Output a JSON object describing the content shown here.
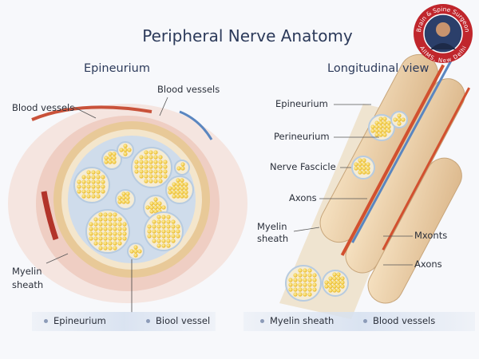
{
  "title": "Peripheral Nerve Anatomy",
  "left_panel": {
    "heading": "Epineurium",
    "labels": {
      "blood_vessels_top": "Blood vessels",
      "blood_vessels_left": "Blood vessels",
      "myelin_line1": "Myelin",
      "myelin_line2": "sheath"
    }
  },
  "right_panel": {
    "heading": "Longitudinal view",
    "labels": {
      "epineurium": "Epineurium",
      "perineurium": "Perineurium",
      "nerve_fascicle": "Nerve Fascicle",
      "axons_1": "Axons",
      "myelin_line1": "Myelin",
      "myelin_line2": "sheath",
      "mxonts": "Mxonts",
      "axons_2": "Axons"
    }
  },
  "legend": [
    "Epineurium",
    "Biool vessel",
    "Myelin sheath",
    "Blood vessels"
  ],
  "badge": {
    "top_text": "Brain & Spine Surgeon",
    "bottom_text": "AIIMS, New Delhi"
  },
  "colors": {
    "title": "#2c3a5a",
    "badge_red": "#c0262c",
    "axon_yellow": "#f2cf3a",
    "sheath": "#efd6b0",
    "perineurium_blue": "#a9c6e2",
    "artery": "#d2502f",
    "vein": "#5a86c0"
  }
}
